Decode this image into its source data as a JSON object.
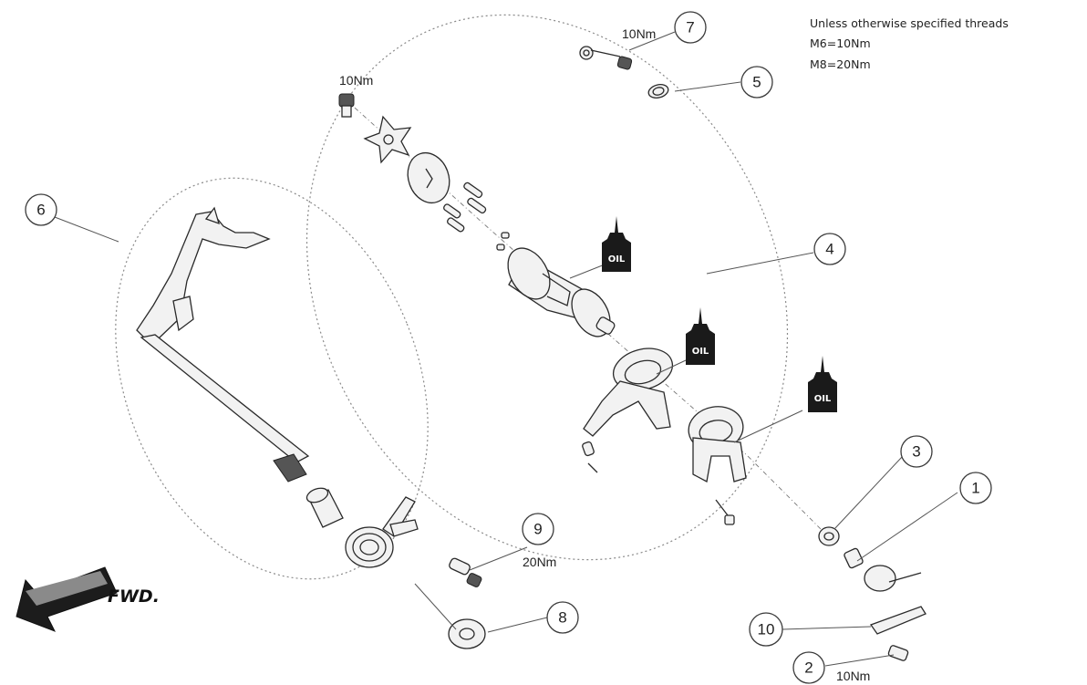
{
  "notes": {
    "line1": "Unless otherwise specified threads",
    "line2": "M6=10Nm",
    "line3": "M8=20Nm"
  },
  "callouts": {
    "c1": "1",
    "c2": "2",
    "c3": "3",
    "c4": "4",
    "c5": "5",
    "c6": "6",
    "c7": "7",
    "c8": "8",
    "c9": "9",
    "c10": "10"
  },
  "torque_labels": {
    "t7": "10Nm",
    "t_top": "10Nm",
    "t9": "20Nm",
    "t2": "10Nm"
  },
  "oil_labels": {
    "oil1": "OIL",
    "oil2": "OIL",
    "oil3": "OIL"
  },
  "direction": {
    "label": "FWD."
  }
}
